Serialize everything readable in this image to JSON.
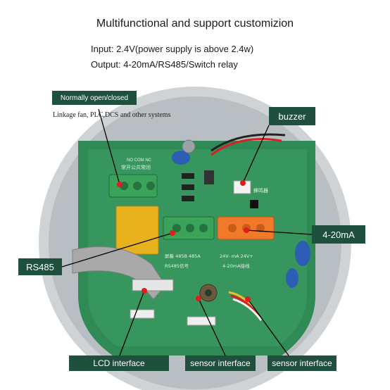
{
  "header": {
    "title": "Multifunctional and support customizion",
    "input_line": "Input: 2.4V(power supply is above 2.4w)",
    "output_line": "Output: 4-20mA/RS485/Switch relay"
  },
  "labels": {
    "relay": "Normally open/closed",
    "relay_note": "Linkage fan, PLC,DCS and other systems",
    "buzzer": "buzzer",
    "current": "4-20mA",
    "rs485": "RS485",
    "lcd": "LCD interface",
    "sensor1": "sensor interface",
    "sensor2": "sensor interface"
  },
  "board_text": {
    "relay_pins": "NO COM NC",
    "relay_cn": "常开公共常闭",
    "buzzer_cn": "蜂鸣器",
    "rs485_pins": "屏蔽 485B 485A",
    "rs485_cn": "RS485信号",
    "current_pins": "24V- mA 24V+",
    "current_cn": "4-20mA接线"
  },
  "colors": {
    "board": "#2f8a55",
    "label_bg": "#1f4f3d",
    "terminal_green": "#3aa35a",
    "terminal_orange": "#f07a2a",
    "relay_yellow": "#e8b21f"
  }
}
